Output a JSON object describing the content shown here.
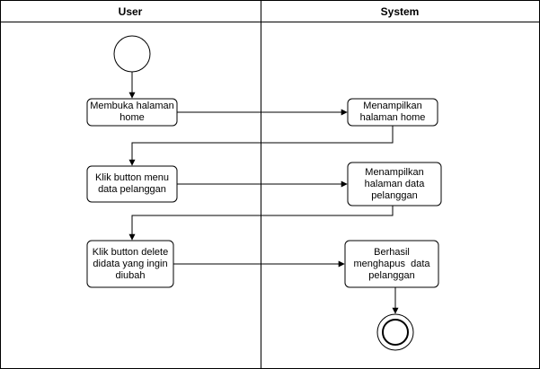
{
  "lanes": [
    {
      "title": "User"
    },
    {
      "title": "System"
    }
  ],
  "nodes": {
    "user_open_home": "Membuka halaman home",
    "sys_show_home": "Menampilkan halaman home",
    "user_click_menu": "Klik button menu data pelanggan",
    "sys_show_customer": "Menampilkan halaman data pelanggan",
    "user_click_delete": "Klik button delete didata yang ingin diubah",
    "sys_delete_success": "Berhasil menghapus  data pelanggan"
  }
}
